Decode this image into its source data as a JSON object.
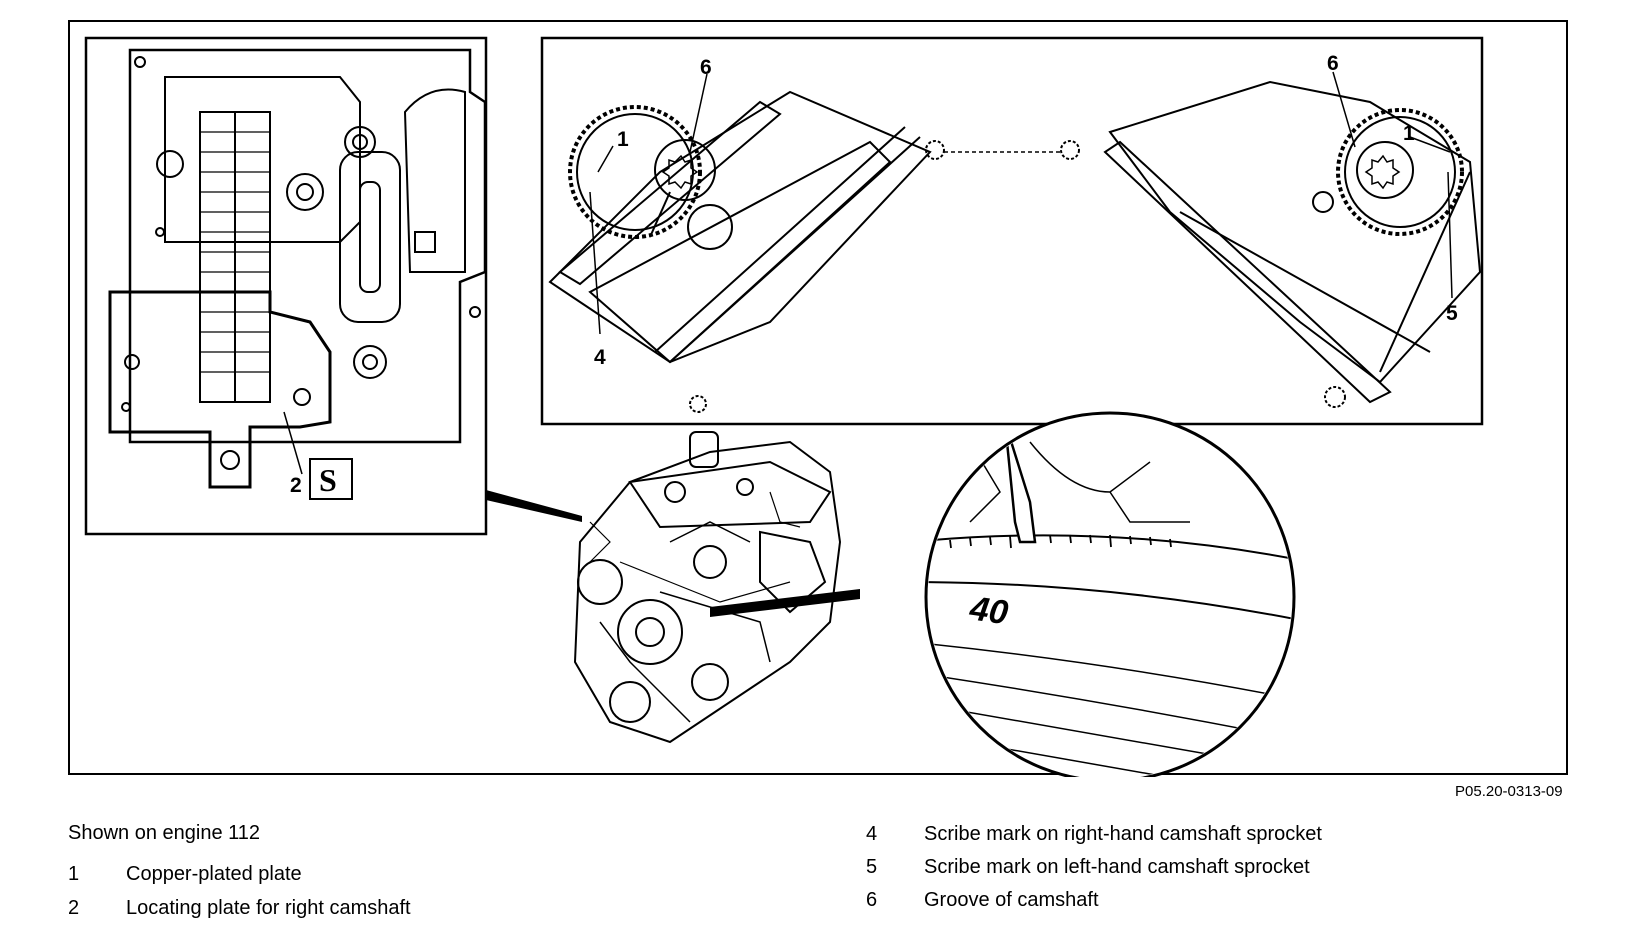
{
  "figure_ref": "P05.20-0313-09",
  "caption": "Shown on engine 112",
  "callouts": {
    "c1": "1",
    "c2": "2",
    "c4": "4",
    "c6": "6",
    "r1": "1",
    "r5": "5",
    "r6": "6",
    "degree_mark": "40"
  },
  "legend_left": [
    {
      "num": "1",
      "text": "Copper-plated plate"
    },
    {
      "num": "2",
      "text": "Locating plate for right camshaft"
    }
  ],
  "legend_right": [
    {
      "num": "4",
      "text": "Scribe mark on right-hand camshaft sprocket"
    },
    {
      "num": "5",
      "text": "Scribe mark on left-hand camshaft sprocket"
    },
    {
      "num": "6",
      "text": "Groove of camshaft"
    }
  ]
}
